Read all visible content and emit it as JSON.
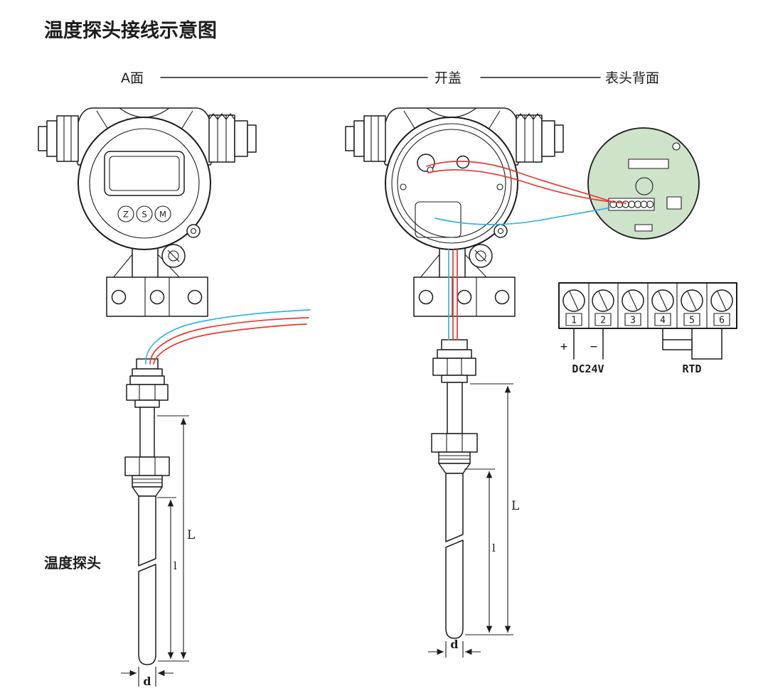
{
  "title": "温度探头接线示意图",
  "sections": {
    "front_label": "A面",
    "open_label": "开盖",
    "back_label": "表头背面"
  },
  "head": {
    "left_letter": "S",
    "right_letter": "Z",
    "buttons": [
      "Z",
      "S",
      "M"
    ]
  },
  "probe": {
    "label": "温度探头",
    "dim_total_length": "L",
    "dim_insertion_length": "l",
    "dim_diameter": "d"
  },
  "terminal_block": {
    "numbers": [
      "1",
      "2",
      "3",
      "4",
      "5",
      "6"
    ],
    "plus": "+",
    "minus": "−",
    "power_label": "DC24V",
    "sensor_label": "RTD"
  },
  "colors": {
    "line": "#1c1c1c",
    "wire_red": "#e63a2e",
    "wire_blue": "#35b2e5",
    "pcb_green": "#cfe3cb"
  }
}
